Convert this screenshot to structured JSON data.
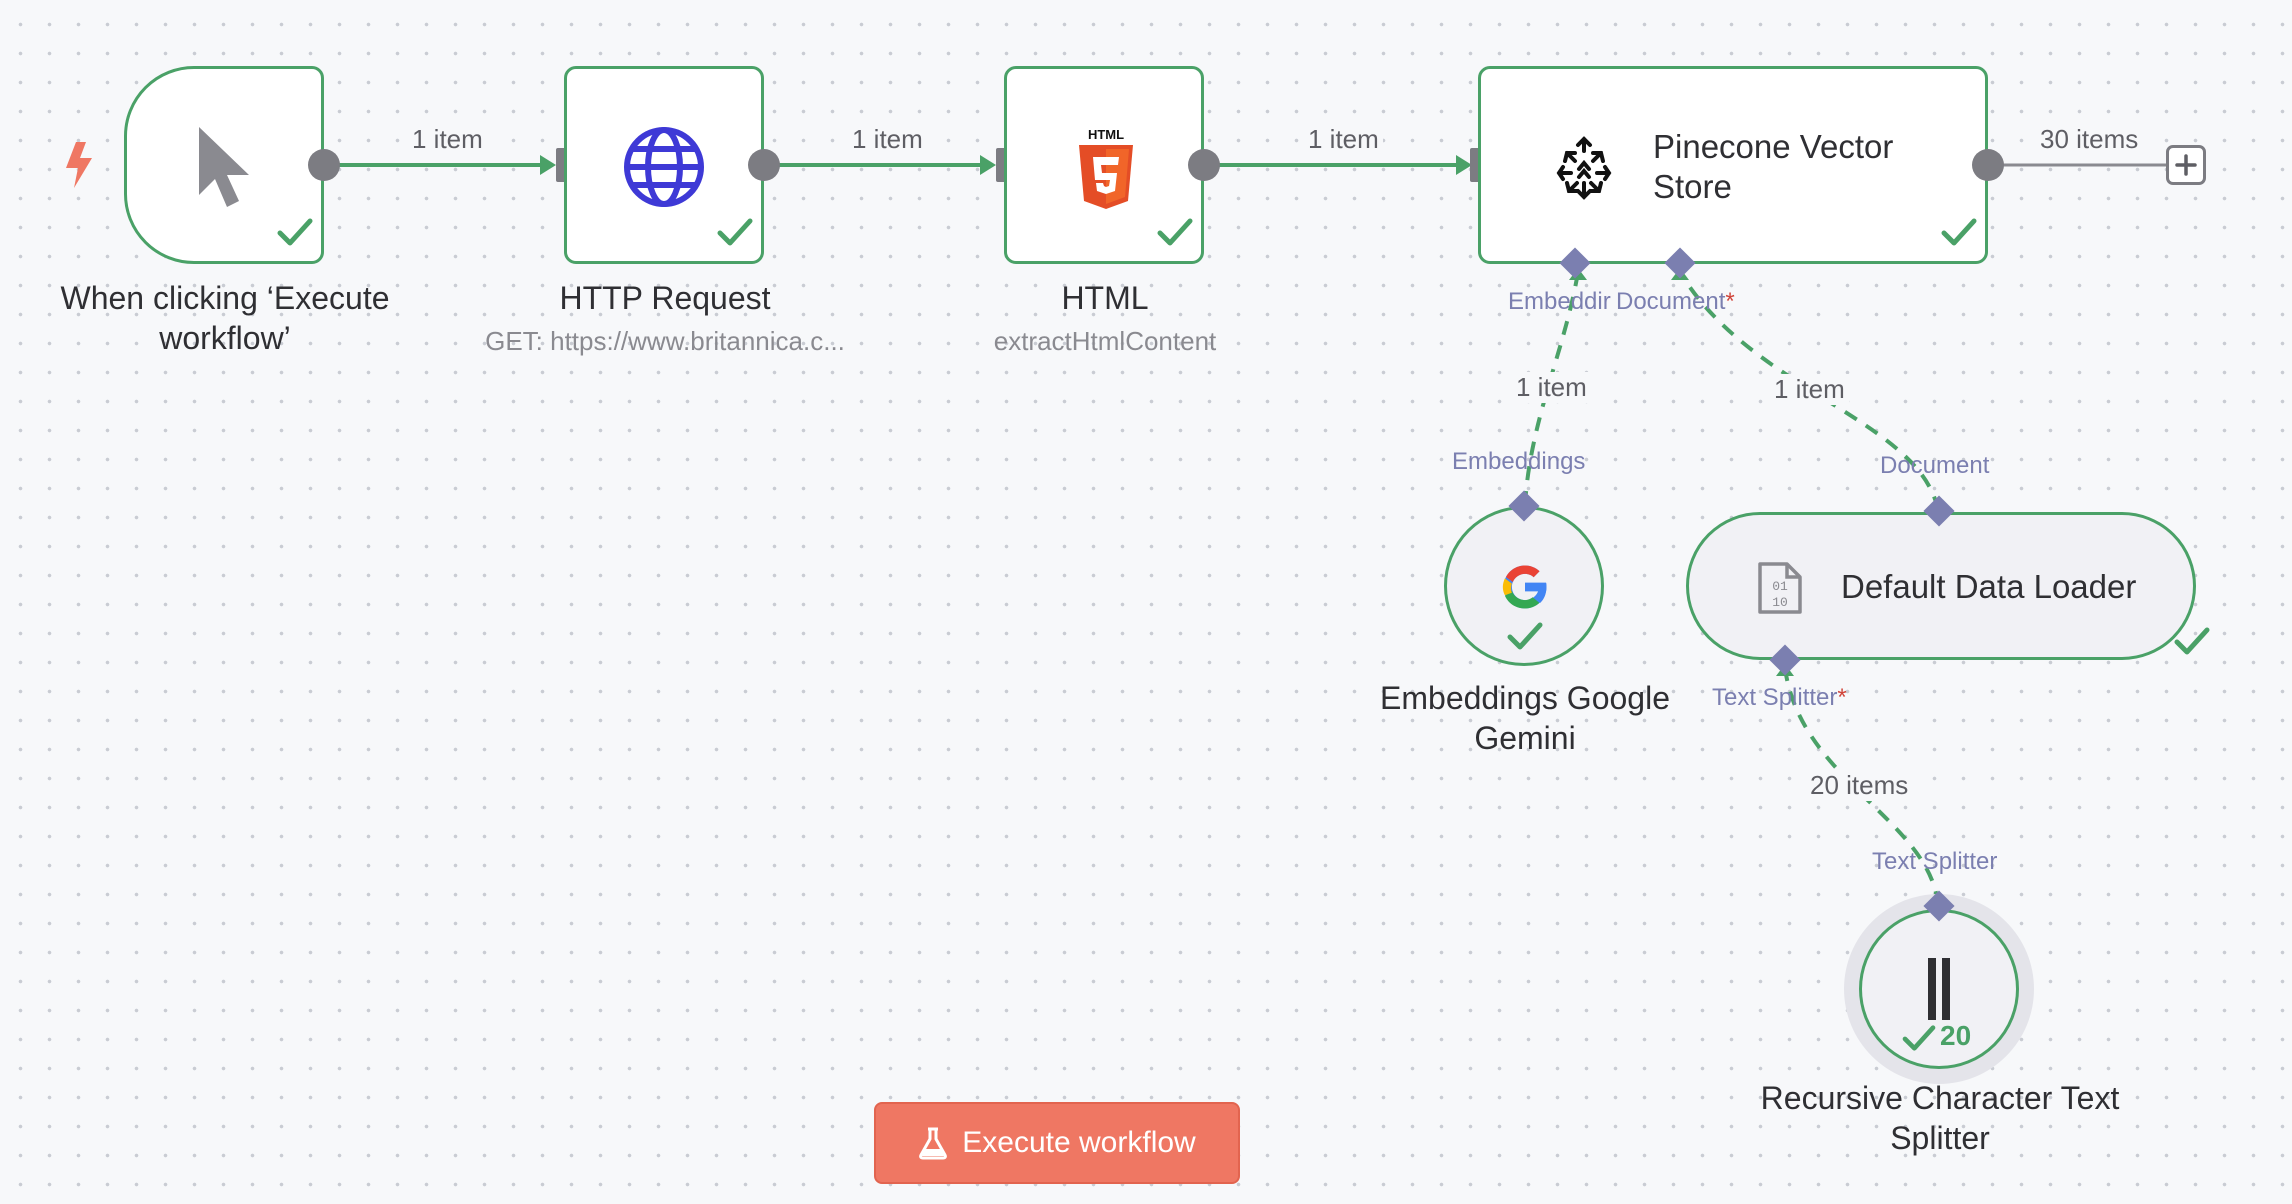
{
  "colors": {
    "success": "#4aa167",
    "port": "#7b7fb0",
    "trigger": "#ef7763",
    "button": "#ef7763"
  },
  "nodes": {
    "trigger": {
      "title": "When clicking ‘Execute workflow’",
      "icon": "cursor-icon"
    },
    "http": {
      "title": "HTTP Request",
      "subtitle": "GET: https://www.britannica.c...",
      "icon": "globe-icon"
    },
    "html": {
      "title": "HTML",
      "subtitle": "extractHtmlContent",
      "icon": "html5-icon",
      "logo_text": "HTML"
    },
    "pinecone": {
      "title": "Pinecone Vector Store",
      "icon": "pinecone-icon"
    },
    "gemini": {
      "title": "Embeddings Google Gemini",
      "icon": "google-icon"
    },
    "loader": {
      "title": "Default Data Loader",
      "icon": "binary-file-icon"
    },
    "splitter": {
      "title": "Recursive Character Text Splitter",
      "icon": "text-splitter-icon",
      "run_count": "20"
    }
  },
  "edges": {
    "trigger_http": "1 item",
    "http_html": "1 item",
    "html_pinecone": "1 item",
    "pinecone_out": "30 items",
    "gemini_pinecone": "1 item",
    "loader_pinecone": "1 item",
    "splitter_loader": "20 items"
  },
  "ports": {
    "pinecone_embedding": "Embeddir",
    "pinecone_document": "Document",
    "pinecone_document_required": "*",
    "gemini_embeddings": "Embeddings",
    "loader_document": "Document",
    "loader_text_splitter": "Text Splitter",
    "loader_text_splitter_required": "*",
    "splitter_text_splitter": "Text Splitter"
  },
  "toolbar": {
    "execute_label": "Execute workflow",
    "execute_icon": "flask-icon"
  }
}
